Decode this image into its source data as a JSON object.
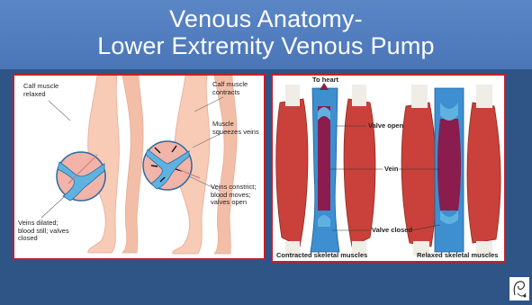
{
  "slide": {
    "title_line1": "Venous Anatomy-",
    "title_line2": "Lower Extremity Venous Pump",
    "colors": {
      "background": "#2f5486",
      "title_band": "#5b86c6",
      "panel_border": "#c4202a",
      "muscle": "#c9413a",
      "vein_blue": "#3d8fd0",
      "vein_purple": "#8a1d4d",
      "skin": "#f7cbb6"
    }
  },
  "left_diagram": {
    "labels": {
      "calf_relaxed": "Calf muscle\nrelaxed",
      "calf_contracts": "Calf muscle\ncontracts",
      "muscle_squeezes": "Muscle\nsqueezes veins",
      "veins_constrict": "Veins constrict;\nblood moves;\nvalves open",
      "veins_dilated": "Veins dilated;\nblood still; valves\nclosed"
    }
  },
  "right_diagram": {
    "labels": {
      "to_heart": "To heart",
      "valve_open": "Valve open",
      "vein": "Vein",
      "valve_closed": "Valve closed",
      "contracted": "Contracted skeletal muscles",
      "relaxed": "Relaxed skeletal muscles"
    }
  },
  "logo": {
    "icon": "logo-mark"
  }
}
